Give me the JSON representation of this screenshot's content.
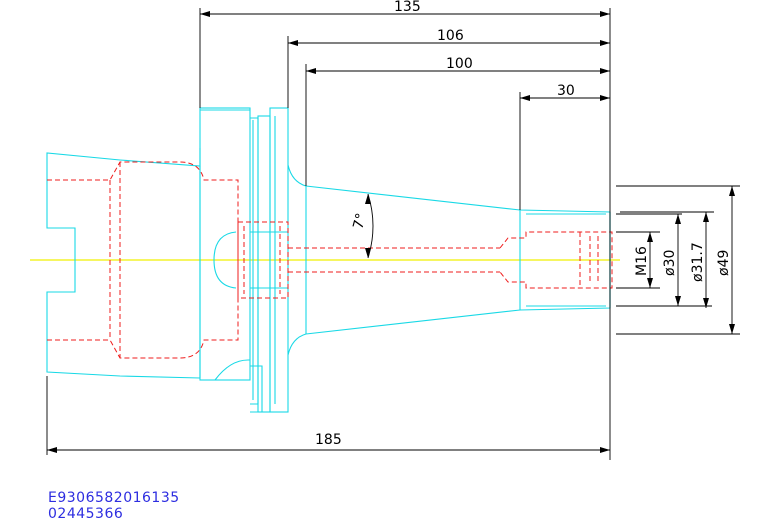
{
  "dimensions": {
    "d135": "135",
    "d106": "106",
    "d100": "100",
    "d30": "30",
    "d185": "185",
    "angle": "7°",
    "thread": "M16",
    "dia30": "ø30",
    "dia31_7": "ø31.7",
    "dia49": "ø49"
  },
  "part_numbers": {
    "line1": "E9306582016135",
    "line2": "02445366"
  },
  "colors": {
    "outline": "#19d9e6",
    "hidden": "#ef1c1c",
    "dimension": "#000000",
    "centerline": "#f0f000",
    "text_blue": "#2d2de0"
  }
}
